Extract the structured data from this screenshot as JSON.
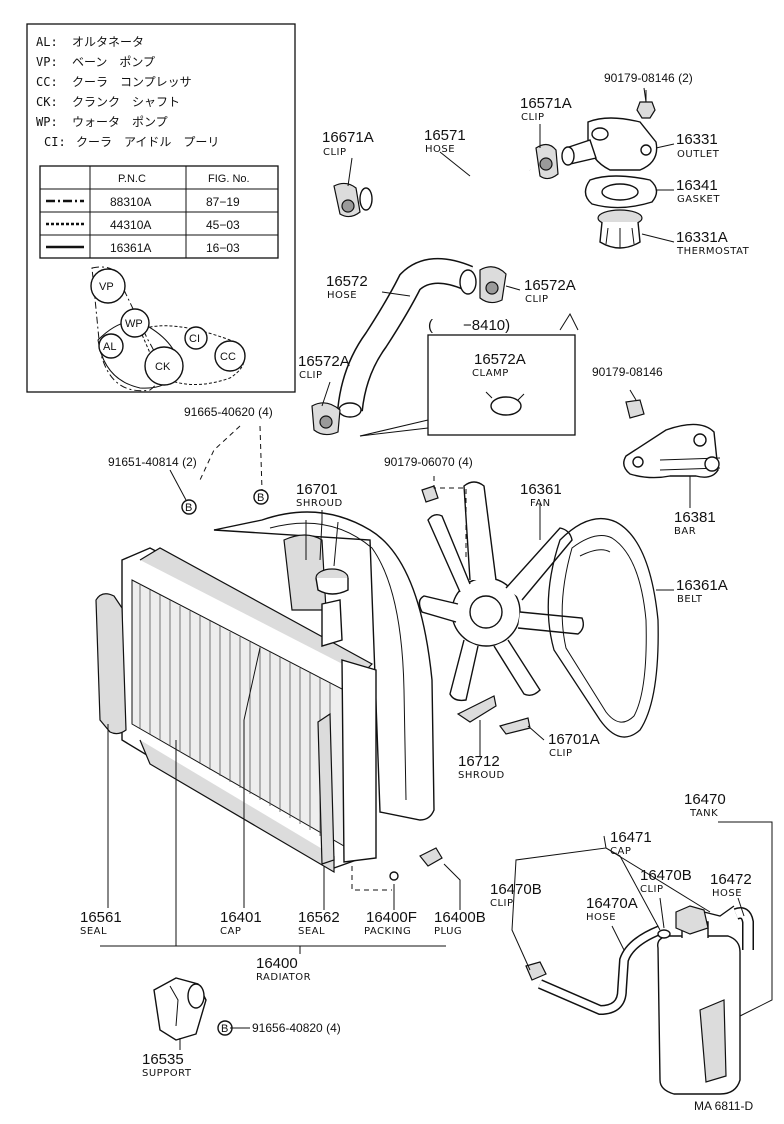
{
  "legend": {
    "abbr": [
      {
        "code": "AL:",
        "text": "オルタネータ"
      },
      {
        "code": "VP:",
        "text": "ベーン　ポンプ"
      },
      {
        "code": "CC:",
        "text": "クーラ　コンプレッサ"
      },
      {
        "code": "CK:",
        "text": "クランク　シャフト"
      },
      {
        "code": "WP:",
        "text": "ウォータ　ポンプ"
      },
      {
        "code": "CI:",
        "text": "クーラ　アイドル　プーリ"
      }
    ],
    "table": {
      "headers": [
        "P.N.C",
        "FIG. No."
      ],
      "rows": [
        {
          "line": "dash-dot",
          "pnc": "88310A",
          "fig": "87−19"
        },
        {
          "line": "dotted",
          "pnc": "44310A",
          "fig": "45−03"
        },
        {
          "line": "solid",
          "pnc": "16361A",
          "fig": "16−03"
        }
      ]
    },
    "pulleys": [
      "VP",
      "WP",
      "AL",
      "CK",
      "CI",
      "CC"
    ]
  },
  "callouts": [
    {
      "id": "90179-08146-2",
      "num": "90179-08146 (2)",
      "name": ""
    },
    {
      "id": "16571A-top",
      "num": "16571A",
      "name": "CLIP"
    },
    {
      "id": "16671A",
      "num": "16671A",
      "name": "CLIP"
    },
    {
      "id": "16571",
      "num": "16571",
      "name": "HOSE"
    },
    {
      "id": "16331",
      "num": "16331",
      "name": "OUTLET"
    },
    {
      "id": "16341",
      "num": "16341",
      "name": "GASKET"
    },
    {
      "id": "16331A",
      "num": "16331A",
      "name": "THERMOSTAT"
    },
    {
      "id": "16572",
      "num": "16572",
      "name": "HOSE"
    },
    {
      "id": "16572A-top",
      "num": "16572A",
      "name": "CLIP"
    },
    {
      "id": "16572A-left",
      "num": "16572A",
      "name": "CLIP"
    },
    {
      "id": "16572A-clamp",
      "num": "16572A",
      "name": "CLAMP"
    },
    {
      "id": "90179-08146",
      "num": "90179-08146",
      "name": ""
    },
    {
      "id": "91665-40620",
      "num": "91665-40620 (4)",
      "name": ""
    },
    {
      "id": "91651-40814",
      "num": "91651-40814 (2)",
      "name": ""
    },
    {
      "id": "16701",
      "num": "16701",
      "name": "SHROUD"
    },
    {
      "id": "90179-06070",
      "num": "90179-06070 (4)",
      "name": ""
    },
    {
      "id": "16361",
      "num": "16361",
      "name": "FAN"
    },
    {
      "id": "16381",
      "num": "16381",
      "name": "BAR"
    },
    {
      "id": "16361A",
      "num": "16361A",
      "name": "BELT"
    },
    {
      "id": "16701A",
      "num": "16701A",
      "name": "CLIP"
    },
    {
      "id": "16712",
      "num": "16712",
      "name": "SHROUD"
    },
    {
      "id": "16470",
      "num": "16470",
      "name": "TANK"
    },
    {
      "id": "16471",
      "num": "16471",
      "name": "CAP"
    },
    {
      "id": "16470B-mid",
      "num": "16470B",
      "name": "CLIP"
    },
    {
      "id": "16472",
      "num": "16472",
      "name": "HOSE"
    },
    {
      "id": "16470B-left",
      "num": "16470B",
      "name": "CLIP"
    },
    {
      "id": "16470A",
      "num": "16470A",
      "name": "HOSE"
    },
    {
      "id": "16561",
      "num": "16561",
      "name": "SEAL"
    },
    {
      "id": "16401",
      "num": "16401",
      "name": "CAP"
    },
    {
      "id": "16562",
      "num": "16562",
      "name": "SEAL"
    },
    {
      "id": "16400F",
      "num": "16400F",
      "name": "PACKING"
    },
    {
      "id": "16400B",
      "num": "16400B",
      "name": "PLUG"
    },
    {
      "id": "16400",
      "num": "16400",
      "name": "RADIATOR"
    },
    {
      "id": "91656-40820",
      "num": "91656-40820 (4)",
      "name": ""
    },
    {
      "id": "16535",
      "num": "16535",
      "name": "SUPPORT"
    }
  ],
  "variant_note": "(　　−8410)",
  "marker_letter": "B",
  "footer_code": "MA  6811-D"
}
